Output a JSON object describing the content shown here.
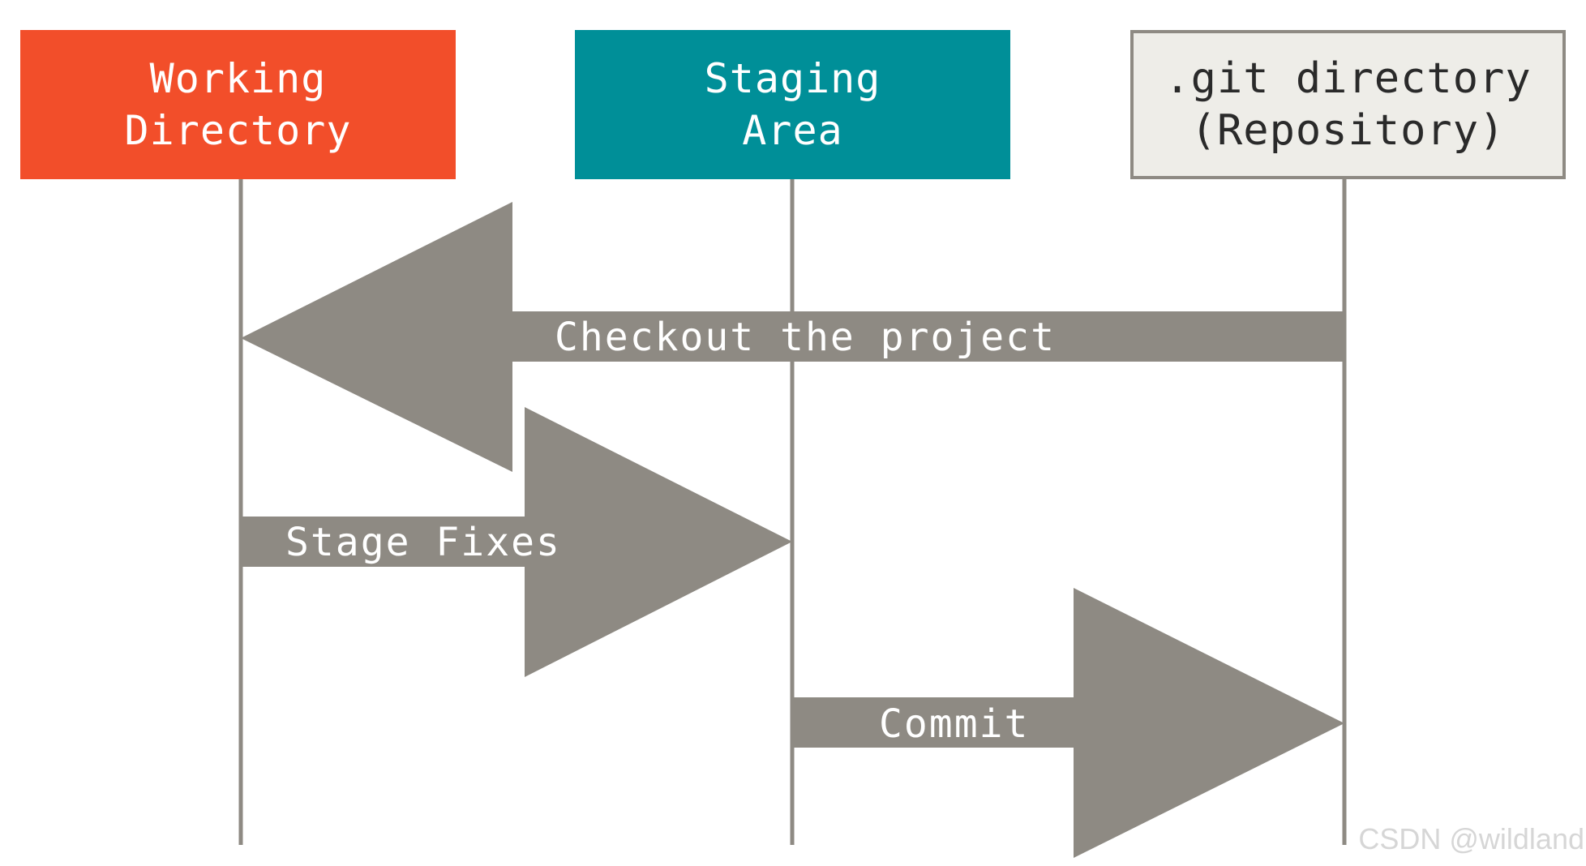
{
  "columns": {
    "working_directory": {
      "line1": "Working",
      "line2": "Directory",
      "color": "#f24e2a"
    },
    "staging_area": {
      "line1": "Staging",
      "line2": "Area",
      "color": "#008f98"
    },
    "git_directory": {
      "line1": ".git directory",
      "line2": "(Repository)",
      "color": "#eeede8"
    }
  },
  "arrows": {
    "checkout": {
      "label": "Checkout the project",
      "from": "git_directory",
      "to": "working_directory"
    },
    "stage": {
      "label": "Stage Fixes",
      "from": "working_directory",
      "to": "staging_area"
    },
    "commit": {
      "label": "Commit",
      "from": "staging_area",
      "to": "git_directory"
    }
  },
  "style": {
    "arrow_color": "#8e8a83",
    "line_color": "#8e8a83"
  },
  "watermark": "CSDN @wildland"
}
